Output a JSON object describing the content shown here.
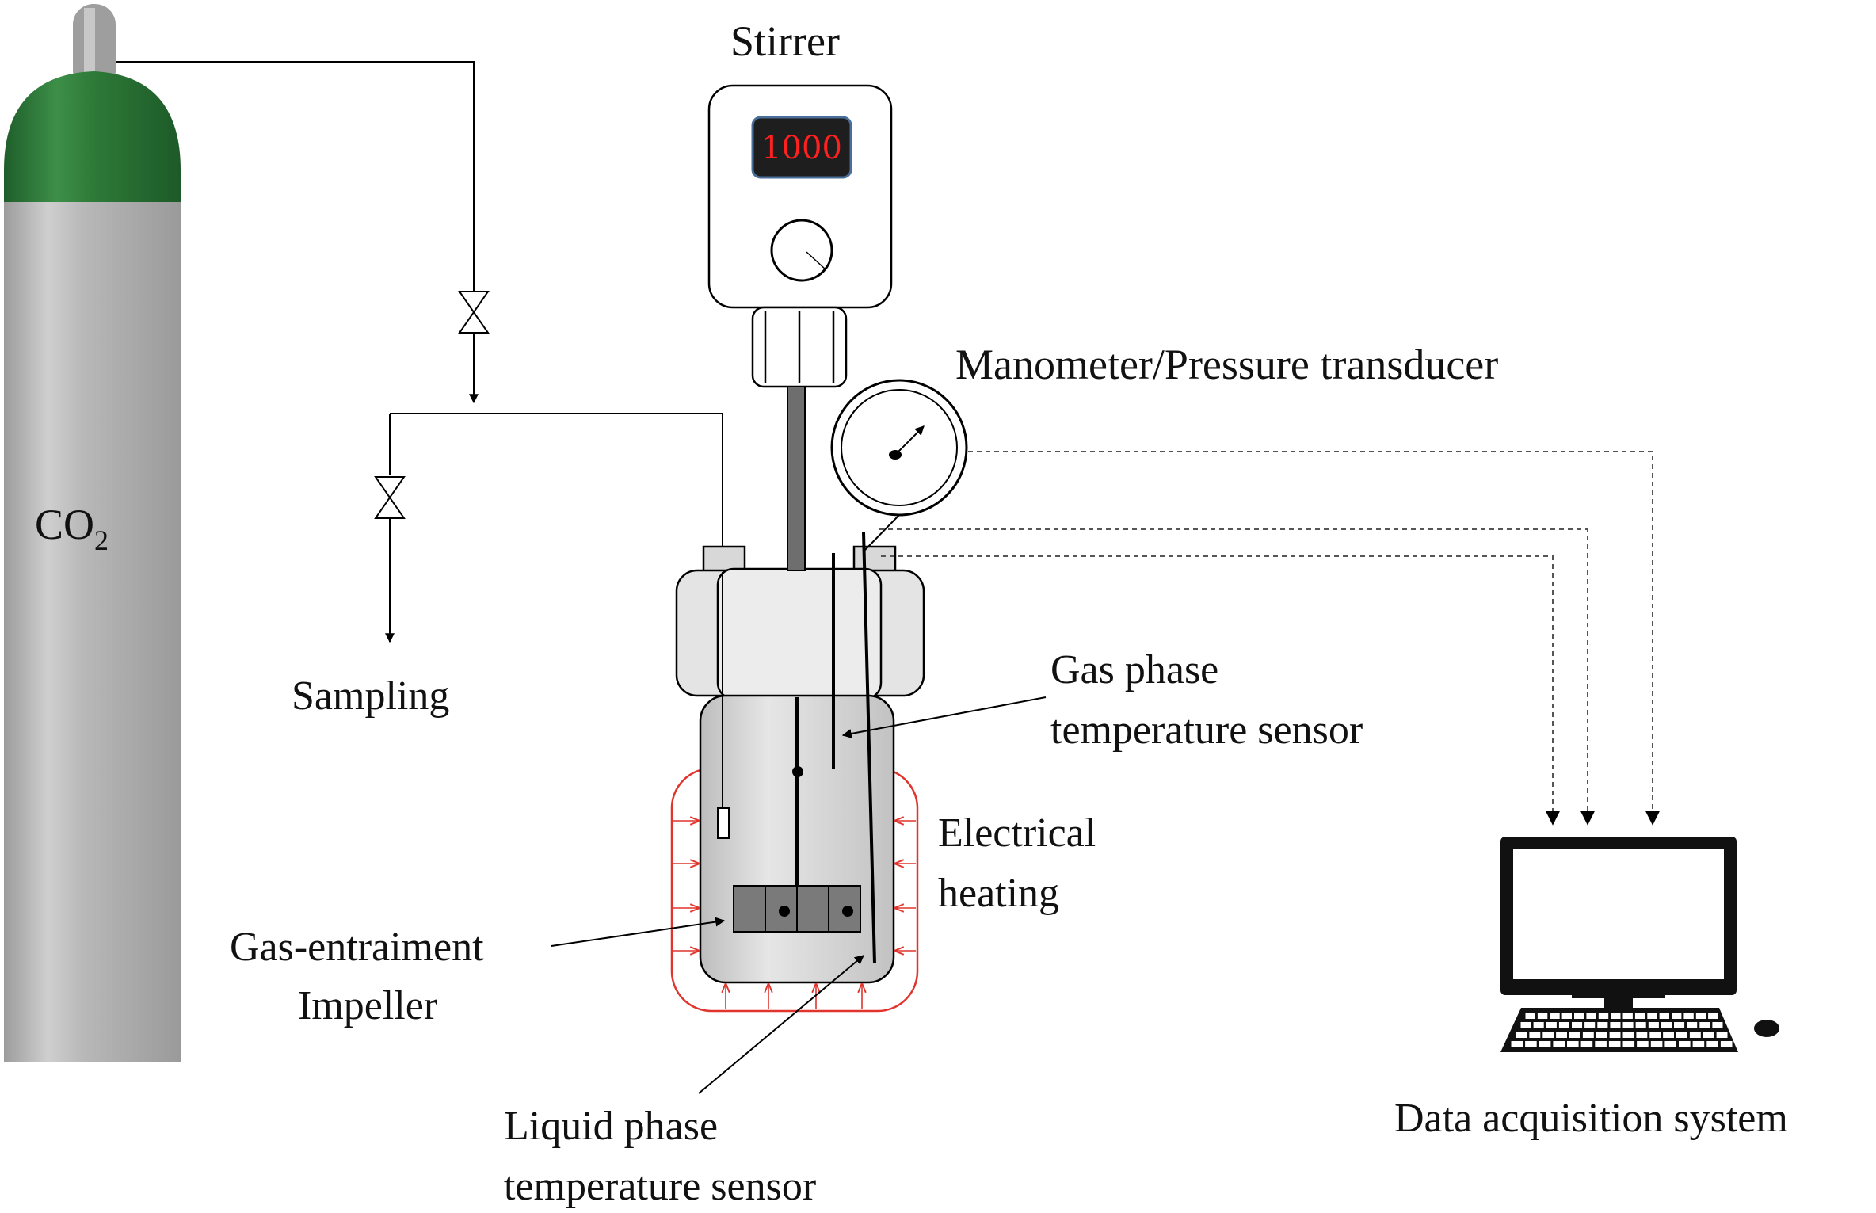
{
  "labels": {
    "co2_main": "CO",
    "co2_sub": "2",
    "stirrer": "Stirrer",
    "stirrer_display": "1000",
    "manometer": "Manometer/Pressure transducer",
    "sampling": "Sampling",
    "gas_sensor_line1": "Gas phase",
    "gas_sensor_line2": "temperature sensor",
    "heating_line1": "Electrical",
    "heating_line2": "heating",
    "impeller_line1": "Gas-entraiment",
    "impeller_line2": "Impeller",
    "liquid_sensor_line1": "Liquid phase",
    "liquid_sensor_line2": "temperature sensor",
    "daq": "Data acquisition system"
  },
  "colors": {
    "cylinder_body": "#b4b4b4",
    "cylinder_cap": "#2f7a3a",
    "heater": "#e0342c",
    "display_bg": "#1e1e1e",
    "display_text": "#ff2020"
  },
  "icons": {
    "cylinder": "gas-cylinder-icon",
    "valve": "valve-icon",
    "gauge": "pressure-gauge-icon",
    "computer": "desktop-computer-icon"
  }
}
